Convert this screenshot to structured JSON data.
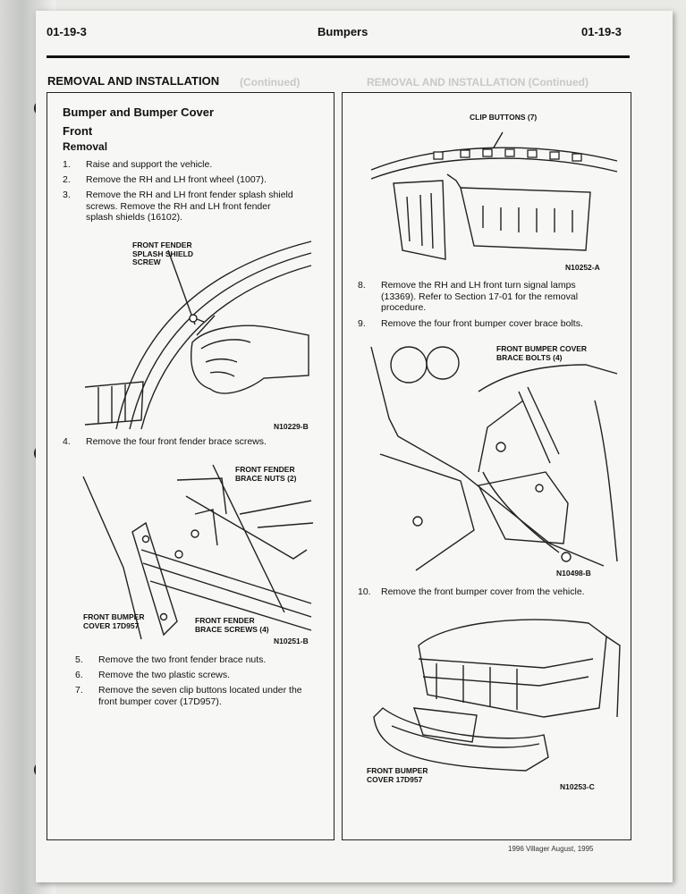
{
  "header": {
    "left": "01-19-3",
    "center": "Bumpers",
    "right": "01-19-3"
  },
  "section_title": "REMOVAL AND INSTALLATION",
  "ghost_text": {
    "left": "(Continued)",
    "right": "REMOVAL AND INSTALLATION (Continued)"
  },
  "left_panel": {
    "heading": "Bumper and Bumper Cover",
    "subheading": "Front",
    "subsubheading": "Removal",
    "steps": [
      {
        "num": "1.",
        "lines": [
          "Raise and support the vehicle."
        ]
      },
      {
        "num": "2.",
        "lines": [
          "Remove the RH and LH front wheel (1007)."
        ]
      },
      {
        "num": "3.",
        "lines": [
          "Remove the RH and LH front fender splash shield",
          "screws. Remove the RH and LH front fender",
          "splash shields (16102)."
        ]
      },
      {
        "num": "4.",
        "lines": [
          "Remove the four front fender brace screws."
        ]
      },
      {
        "num": "5.",
        "lines": [
          "Remove the two front fender brace nuts."
        ]
      },
      {
        "num": "6.",
        "lines": [
          "Remove the two plastic screws."
        ]
      },
      {
        "num": "7.",
        "lines": [
          "Remove the seven clip buttons located under the",
          "front bumper cover (17D957)."
        ]
      }
    ],
    "fig1": {
      "callout": [
        "FRONT FENDER",
        "SPLASH SHIELD",
        "SCREW"
      ],
      "id": "N10229-B"
    },
    "fig2": {
      "callout_nuts": [
        "FRONT FENDER",
        "BRACE NUTS (2)"
      ],
      "callout_cover": [
        "FRONT BUMPER",
        "COVER 17D957"
      ],
      "callout_screws": [
        "FRONT FENDER",
        "BRACE SCREWS (4)"
      ],
      "id": "N10251-B"
    }
  },
  "right_panel": {
    "fig3": {
      "callout": "CLIP BUTTONS (7)",
      "id": "N10252-A"
    },
    "steps": [
      {
        "num": "8.",
        "lines": [
          "Remove the RH and LH front turn signal lamps",
          "(13369). Refer to Section 17-01 for the removal",
          "procedure."
        ]
      },
      {
        "num": "9.",
        "lines": [
          "Remove the four front bumper cover brace bolts."
        ]
      },
      {
        "num": "10.",
        "lines": [
          "Remove the front bumper cover from the vehicle."
        ]
      }
    ],
    "fig4": {
      "callout": [
        "FRONT BUMPER COVER",
        "BRACE BOLTS (4)"
      ],
      "id": "N10498-B"
    },
    "fig5": {
      "callout": [
        "FRONT BUMPER",
        "COVER 17D957"
      ],
      "id": "N10253-C"
    }
  },
  "footer": "1996 Villager August, 1995"
}
